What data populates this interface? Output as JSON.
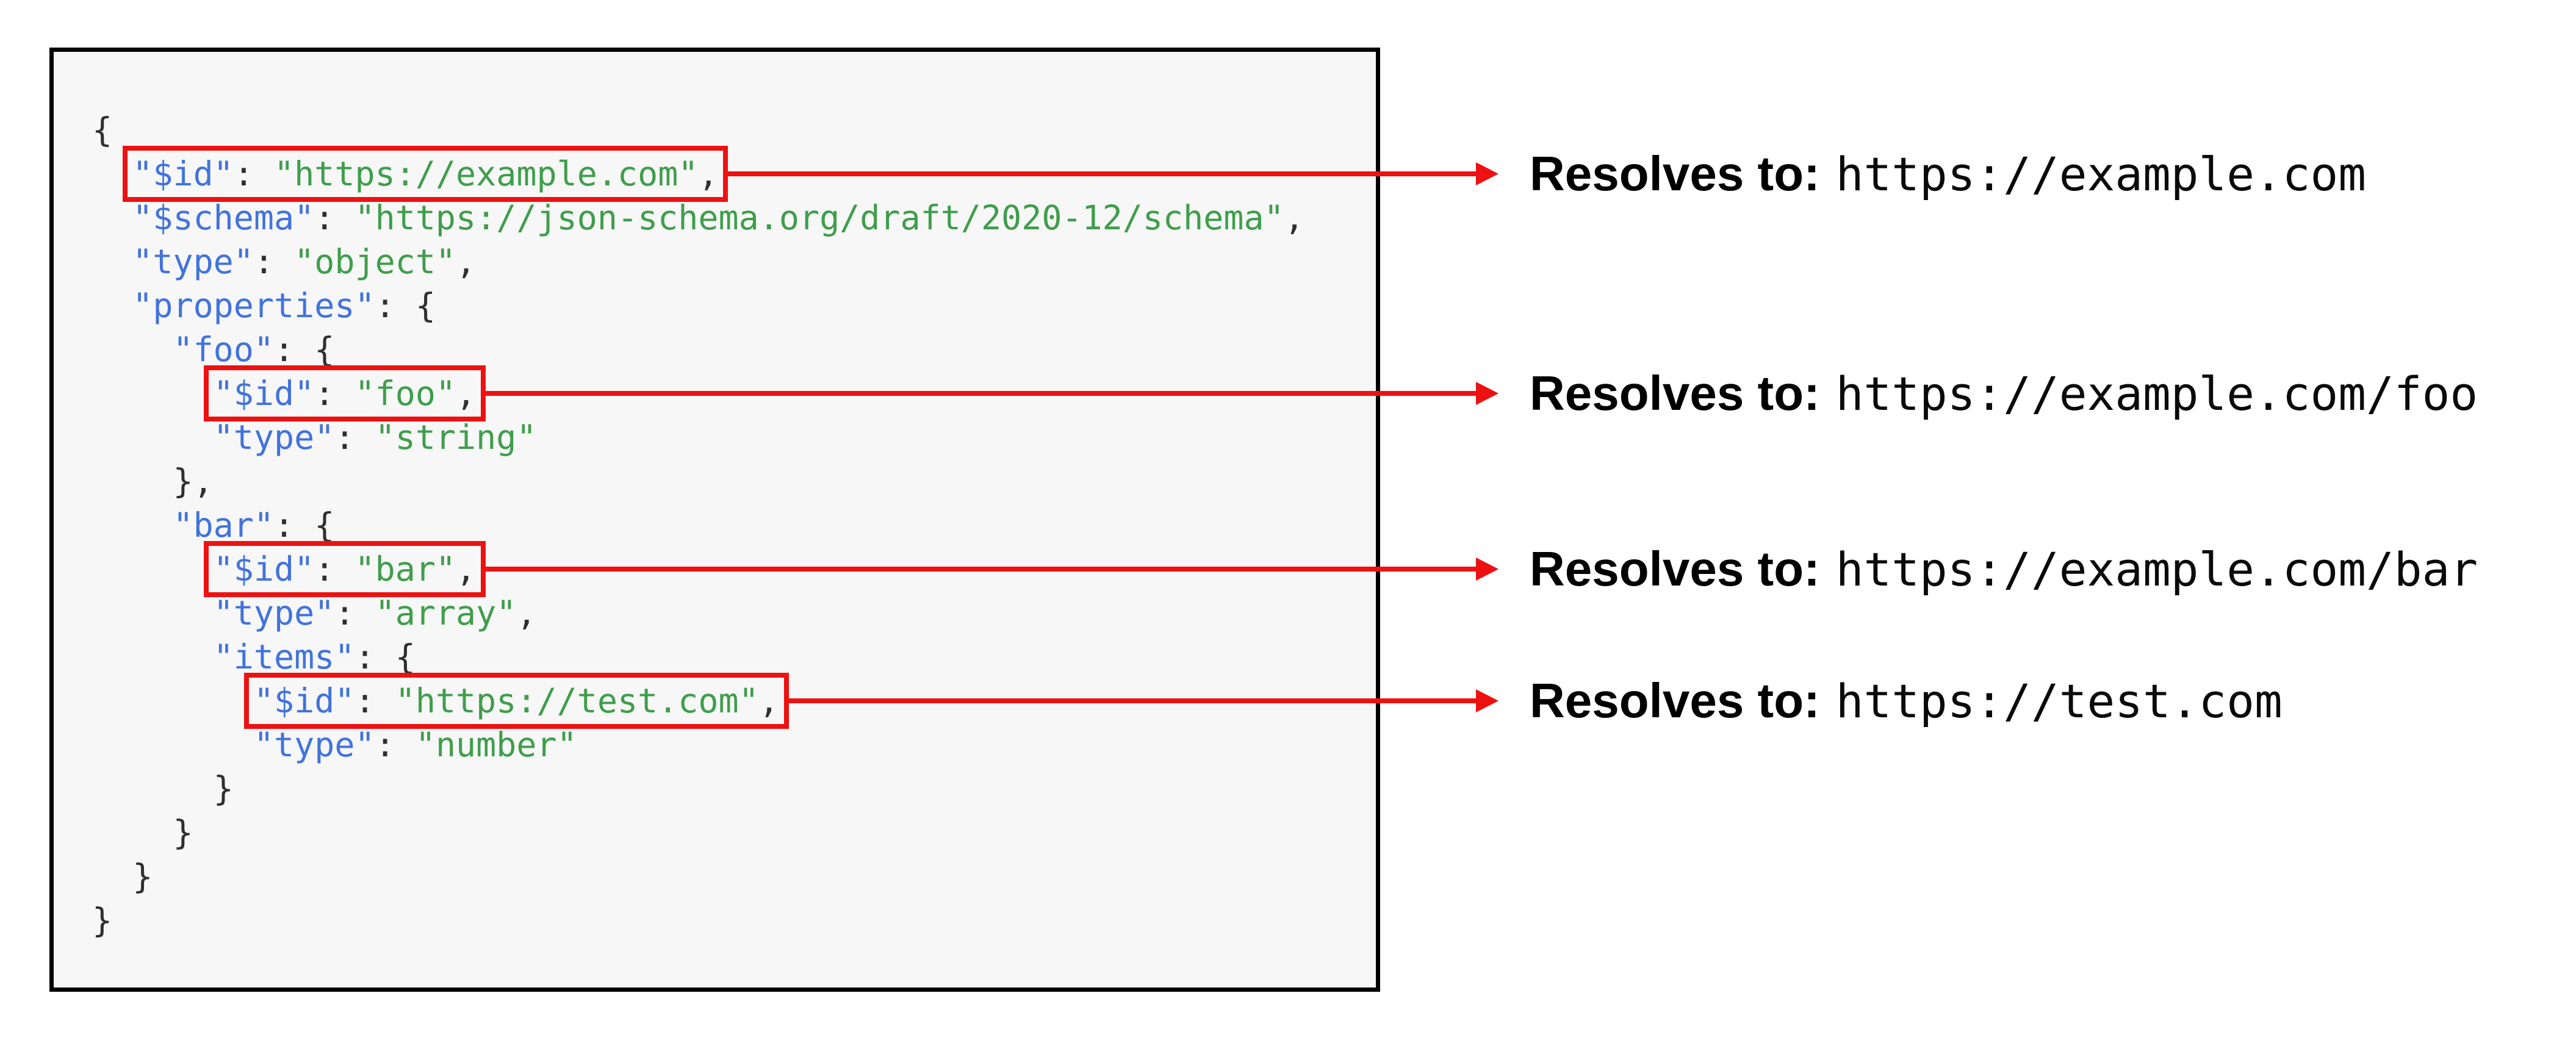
{
  "colors": {
    "highlight_red": "#ee1111",
    "key_blue": "#4173dd",
    "string_green": "#3f9e4b",
    "punctuation": "#2f2f2f",
    "code_background": "#f7f7f7",
    "code_border": "#000000",
    "annotation_text": "#000000"
  },
  "code": {
    "highlighted_lines": [
      2,
      7,
      11,
      14
    ],
    "lines": [
      [
        {
          "t": "p",
          "x": "{"
        }
      ],
      [
        {
          "t": "p",
          "x": "  "
        },
        {
          "t": "k",
          "x": "\"$id\""
        },
        {
          "t": "p",
          "x": ": "
        },
        {
          "t": "s",
          "x": "\"https://example.com\""
        },
        {
          "t": "p",
          "x": ","
        }
      ],
      [
        {
          "t": "p",
          "x": "  "
        },
        {
          "t": "k",
          "x": "\"$schema\""
        },
        {
          "t": "p",
          "x": ": "
        },
        {
          "t": "s",
          "x": "\"https://json-schema.org/draft/2020-12/schema\""
        },
        {
          "t": "p",
          "x": ","
        }
      ],
      [
        {
          "t": "p",
          "x": "  "
        },
        {
          "t": "k",
          "x": "\"type\""
        },
        {
          "t": "p",
          "x": ": "
        },
        {
          "t": "s",
          "x": "\"object\""
        },
        {
          "t": "p",
          "x": ","
        }
      ],
      [
        {
          "t": "p",
          "x": "  "
        },
        {
          "t": "k",
          "x": "\"properties\""
        },
        {
          "t": "p",
          "x": ": {"
        }
      ],
      [
        {
          "t": "p",
          "x": "    "
        },
        {
          "t": "k",
          "x": "\"foo\""
        },
        {
          "t": "p",
          "x": ": {"
        }
      ],
      [
        {
          "t": "p",
          "x": "      "
        },
        {
          "t": "k",
          "x": "\"$id\""
        },
        {
          "t": "p",
          "x": ": "
        },
        {
          "t": "s",
          "x": "\"foo\""
        },
        {
          "t": "p",
          "x": ","
        }
      ],
      [
        {
          "t": "p",
          "x": "      "
        },
        {
          "t": "k",
          "x": "\"type\""
        },
        {
          "t": "p",
          "x": ": "
        },
        {
          "t": "s",
          "x": "\"string\""
        }
      ],
      [
        {
          "t": "p",
          "x": "    },"
        }
      ],
      [
        {
          "t": "p",
          "x": "    "
        },
        {
          "t": "k",
          "x": "\"bar\""
        },
        {
          "t": "p",
          "x": ": {"
        }
      ],
      [
        {
          "t": "p",
          "x": "      "
        },
        {
          "t": "k",
          "x": "\"$id\""
        },
        {
          "t": "p",
          "x": ": "
        },
        {
          "t": "s",
          "x": "\"bar\""
        },
        {
          "t": "p",
          "x": ","
        }
      ],
      [
        {
          "t": "p",
          "x": "      "
        },
        {
          "t": "k",
          "x": "\"type\""
        },
        {
          "t": "p",
          "x": ": "
        },
        {
          "t": "s",
          "x": "\"array\""
        },
        {
          "t": "p",
          "x": ","
        }
      ],
      [
        {
          "t": "p",
          "x": "      "
        },
        {
          "t": "k",
          "x": "\"items\""
        },
        {
          "t": "p",
          "x": ": {"
        }
      ],
      [
        {
          "t": "p",
          "x": "        "
        },
        {
          "t": "k",
          "x": "\"$id\""
        },
        {
          "t": "p",
          "x": ": "
        },
        {
          "t": "s",
          "x": "\"https://test.com\""
        },
        {
          "t": "p",
          "x": ","
        }
      ],
      [
        {
          "t": "p",
          "x": "        "
        },
        {
          "t": "k",
          "x": "\"type\""
        },
        {
          "t": "p",
          "x": ": "
        },
        {
          "t": "s",
          "x": "\"number\""
        }
      ],
      [
        {
          "t": "p",
          "x": "      }"
        }
      ],
      [
        {
          "t": "p",
          "x": "    }"
        }
      ],
      [
        {
          "t": "p",
          "x": "  }"
        }
      ],
      [
        {
          "t": "p",
          "x": "}"
        }
      ]
    ]
  },
  "annotations": [
    {
      "label": "Resolves to:",
      "url": "https://example.com"
    },
    {
      "label": "Resolves to:",
      "url": "https://example.com/foo"
    },
    {
      "label": "Resolves to:",
      "url": "https://example.com/bar"
    },
    {
      "label": "Resolves to:",
      "url": "https://test.com"
    }
  ]
}
